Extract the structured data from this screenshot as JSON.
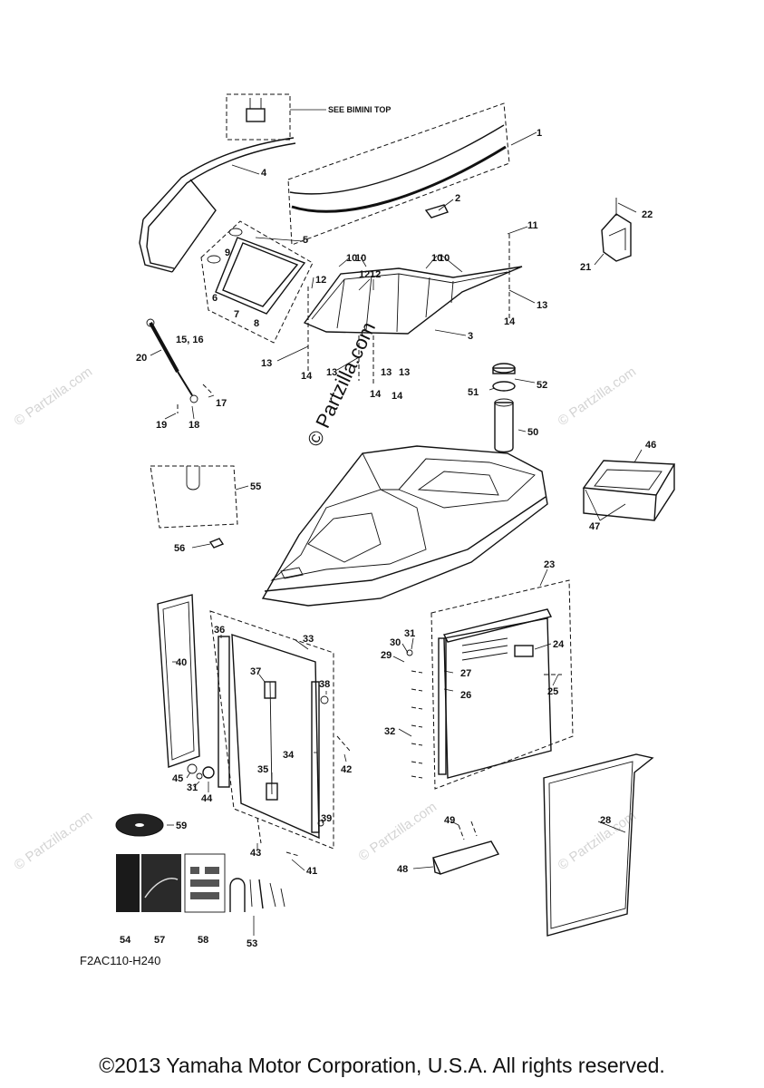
{
  "callouts": [
    "1",
    "2",
    "3",
    "4",
    "5",
    "6",
    "7",
    "8",
    "9",
    "10",
    "10",
    "10",
    "10",
    "11",
    "12",
    "12",
    "12",
    "13",
    "13",
    "13",
    "13",
    "13",
    "14",
    "14",
    "14",
    "14",
    "15, 16",
    "17",
    "18",
    "19",
    "20",
    "21",
    "22",
    "23",
    "24",
    "25",
    "26",
    "27",
    "28",
    "29",
    "30",
    "31",
    "31",
    "32",
    "33",
    "34",
    "35",
    "36",
    "37",
    "38",
    "39",
    "40",
    "41",
    "42",
    "43",
    "44",
    "45",
    "46",
    "47",
    "48",
    "49",
    "50",
    "51",
    "52",
    "53",
    "54",
    "55",
    "56",
    "57",
    "58",
    "59"
  ],
  "note_see_bimini": "SEE BIMINI TOP",
  "diagram_code": "F2AC110-H240",
  "watermark_main": "© Partzilla.com",
  "watermark_faint": "© Partzilla.com",
  "copyright": "©2013 Yamaha Motor Corporation, U.S.A. All rights reserved."
}
